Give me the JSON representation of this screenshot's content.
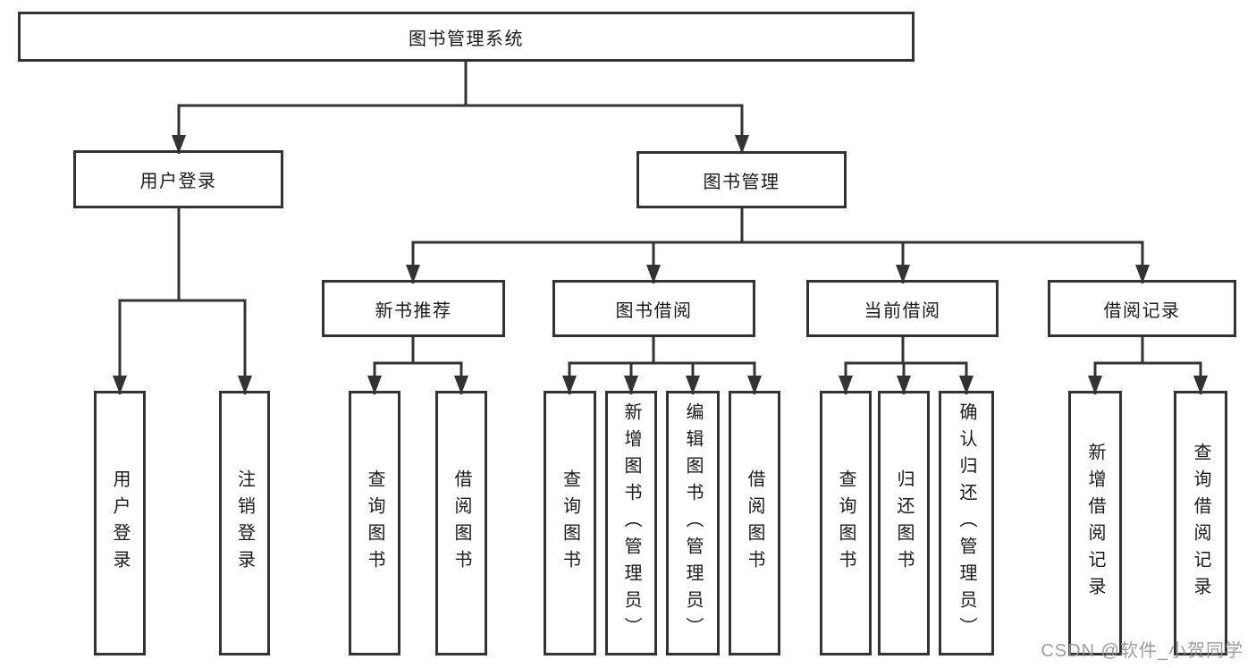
{
  "tree": {
    "label": "图书管理系统",
    "children": [
      {
        "label": "用户登录",
        "children": [
          {
            "label": "用户登录"
          },
          {
            "label": "注销登录"
          }
        ]
      },
      {
        "label": "图书管理",
        "children": [
          {
            "label": "新书推荐",
            "children": [
              {
                "label": "查询图书"
              },
              {
                "label": "借阅图书"
              }
            ]
          },
          {
            "label": "图书借阅",
            "children": [
              {
                "label": "查询图书"
              },
              {
                "label": "新增图书（管理员）"
              },
              {
                "label": "编辑图书（管理员）"
              },
              {
                "label": "借阅图书"
              }
            ]
          },
          {
            "label": "当前借阅",
            "children": [
              {
                "label": "查询图书"
              },
              {
                "label": "归还图书"
              },
              {
                "label": "确认归还（管理员）"
              }
            ]
          },
          {
            "label": "借阅记录",
            "children": [
              {
                "label": "新增借阅记录"
              },
              {
                "label": "查询借阅记录"
              }
            ]
          }
        ]
      }
    ]
  },
  "watermark": "CSDN @软件_小贺同学",
  "colors": {
    "line": "#333333",
    "text": "#1a1a1a",
    "box_background": "#ffffff",
    "watermark": "#949494"
  }
}
